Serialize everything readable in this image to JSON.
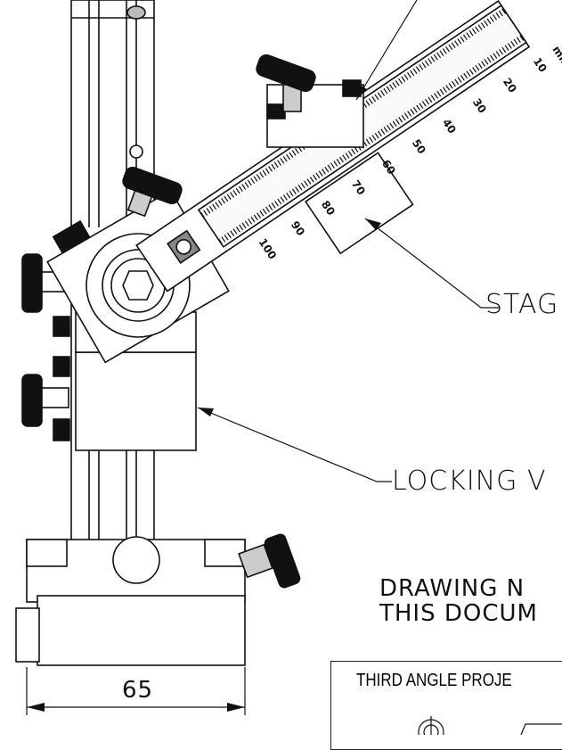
{
  "labels": {
    "stage": "STAG",
    "locking": "LOCKING V",
    "note_line1": "DRAWING N",
    "note_line2": "THIS DOCUM",
    "dimension": "65",
    "title_block": "THIRD ANGLE PROJE"
  },
  "ruler": {
    "unit": "mm",
    "numbers": [
      "10",
      "20",
      "30",
      "40",
      "50",
      "60",
      "70",
      "80",
      "90",
      "100"
    ]
  }
}
